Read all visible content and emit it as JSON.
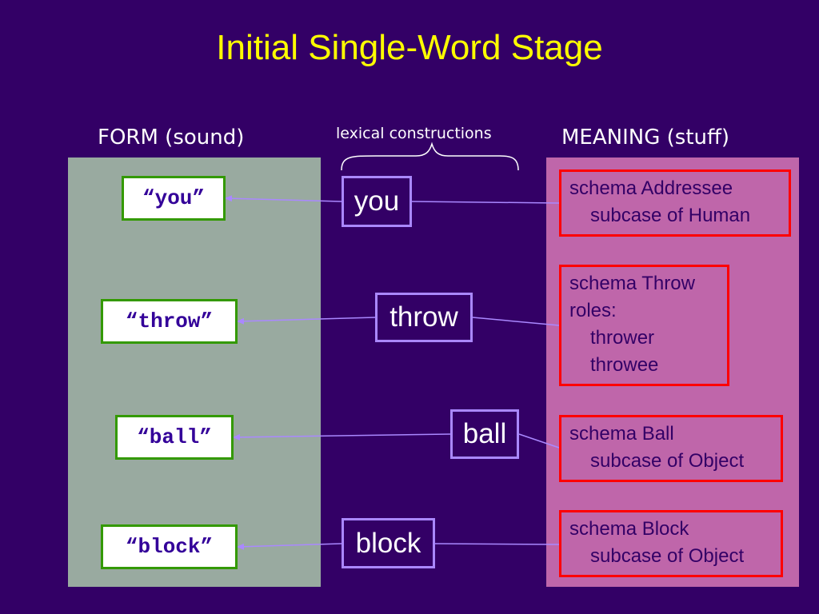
{
  "title": "Initial Single-Word Stage",
  "headers": {
    "form": "FORM (sound)",
    "lexical": "lexical constructions",
    "meaning": "MEANING (stuff)"
  },
  "forms": [
    "“you”",
    "“throw”",
    "“ball”",
    "“block”"
  ],
  "lexical": [
    "you",
    "throw",
    "ball",
    "block"
  ],
  "meanings": [
    {
      "title": "schema Addressee",
      "lines": [
        "subcase of Human"
      ]
    },
    {
      "title": "schema Throw",
      "roles_label": "roles:",
      "lines": [
        "thrower",
        "throwee"
      ]
    },
    {
      "title": "schema Ball",
      "lines": [
        "subcase of Object"
      ]
    },
    {
      "title": "schema Block",
      "lines": [
        "subcase of Object"
      ]
    }
  ],
  "colors": {
    "background": "#330066",
    "title": "#ffff00",
    "form_panel": "#99aaa0",
    "meaning_panel": "#bf66aa",
    "form_border": "#339900",
    "lexical_border": "#aa88ff",
    "meaning_border": "#ff0000",
    "connector": "#aa88ff"
  }
}
